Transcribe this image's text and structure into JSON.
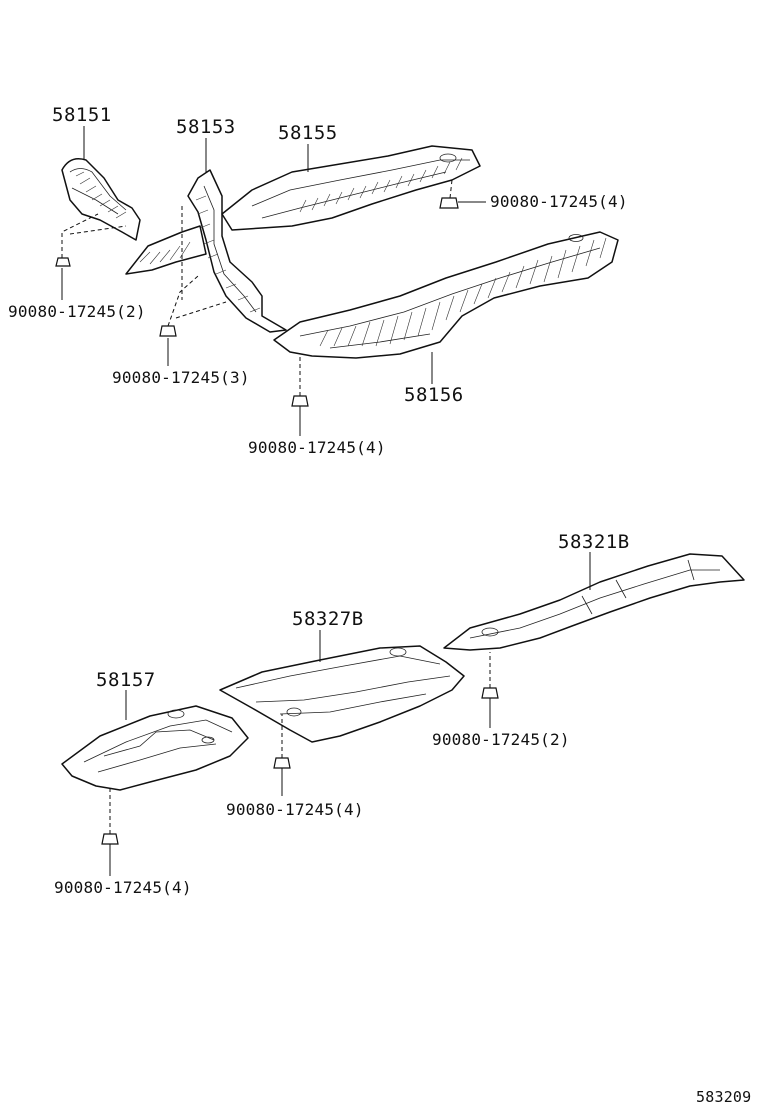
{
  "diagram": {
    "drawing_id": "583209",
    "parts": {
      "p58151": "58151",
      "p58153": "58153",
      "p58155": "58155",
      "p58156": "58156",
      "p58157": "58157",
      "p58327b": "58327B",
      "p58321b": "58321B"
    },
    "clips": {
      "c1": "90080-17245(4)",
      "c2": "90080-17245(2)",
      "c3": "90080-17245(3)",
      "c4": "90080-17245(4)",
      "c5": "90080-17245(2)",
      "c6": "90080-17245(4)",
      "c7": "90080-17245(4)"
    }
  }
}
